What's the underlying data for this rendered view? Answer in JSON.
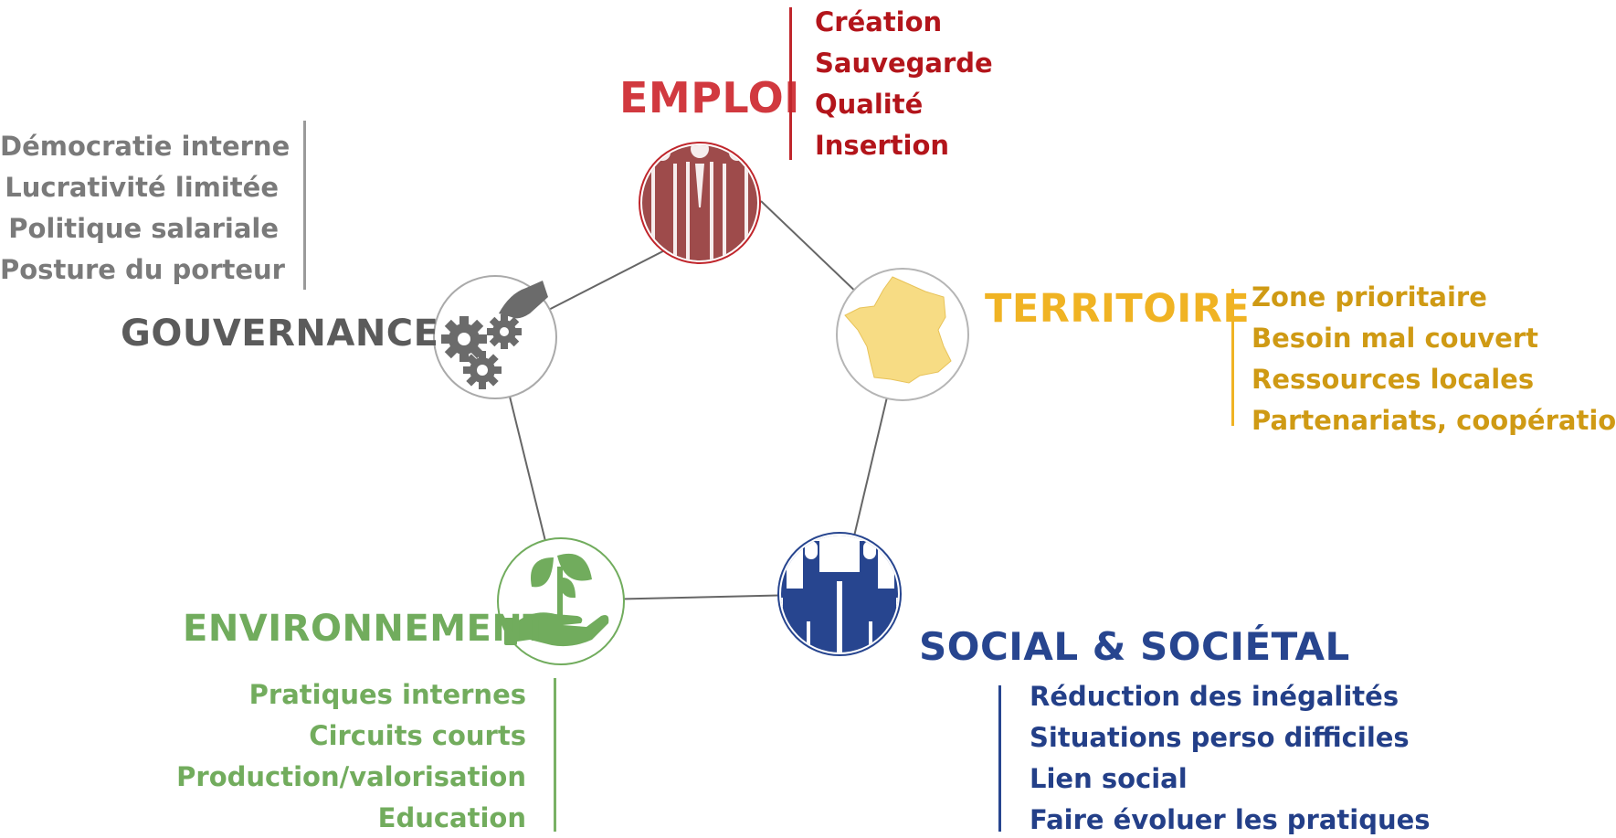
{
  "colors": {
    "emploi": "#c0262c",
    "emploi_fill": "#9e4b4b",
    "gouvernance": "#6b6b6b",
    "territoire": "#f0b323",
    "territoire_fill": "#f7dc84",
    "environnement": "#71ac5d",
    "social": "#27458f",
    "link_line": "#666666"
  },
  "emploi": {
    "title": "EMPLOI",
    "icon": "people-group-icon",
    "items": [
      "Création",
      "Sauvegarde",
      "Qualité",
      "Insertion"
    ]
  },
  "gouvernance": {
    "title": "GOUVERNANCE",
    "icon": "hand-gears-icon",
    "items": [
      "Démocratie interne",
      "Lucrativité limitée",
      "Politique salariale",
      "Posture du porteur"
    ]
  },
  "territoire": {
    "title": "TERRITOIRE",
    "icon": "france-map-icon",
    "items": [
      "Zone prioritaire",
      "Besoin mal couvert",
      "Ressources locales",
      "Partenariats, coopération"
    ]
  },
  "environnement": {
    "title": "ENVIRONNEMENT",
    "icon": "hand-plant-icon",
    "items": [
      "Pratiques internes",
      "Circuits courts",
      "Production/valorisation",
      "Education"
    ]
  },
  "social": {
    "title": "SOCIAL & SOCIÉTAL",
    "icon": "handshake-people-icon",
    "items": [
      "Réduction des inégalités",
      "Situations perso difficiles",
      "Lien social",
      "Faire évoluer les pratiques"
    ]
  }
}
